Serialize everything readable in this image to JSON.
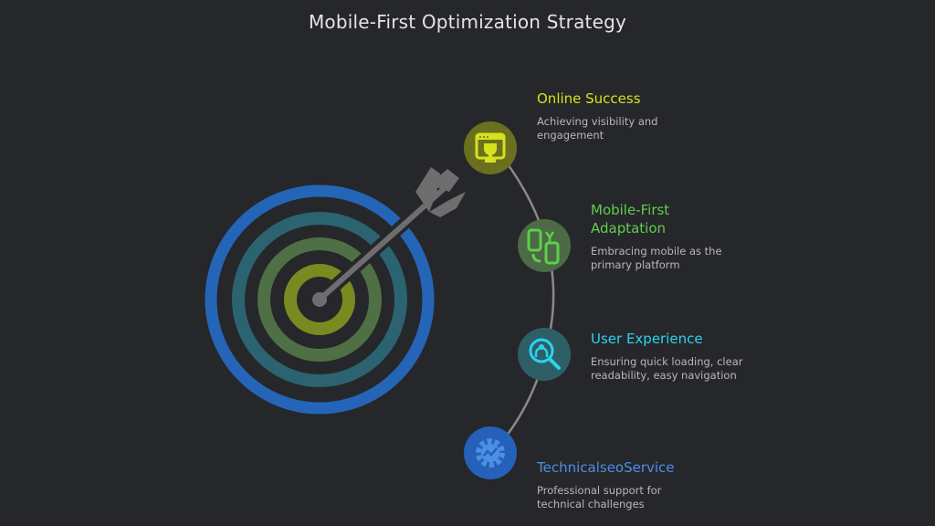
{
  "title": "Mobile-First Optimization Strategy",
  "steps": [
    {
      "title": "Online Success",
      "description": "Achieving visibility and engagement",
      "icon": "trophy-browser-icon",
      "color": "#d4e31c",
      "circle": "#6b701f"
    },
    {
      "title": "Mobile-First Adaptation",
      "description": "Embracing mobile as the primary platform",
      "icon": "mobile-swap-icon",
      "color": "#5fce4c",
      "circle": "#4b6a45"
    },
    {
      "title": "User Experience",
      "description": "Ensuring quick loading, clear readability, easy navigation",
      "icon": "user-search-icon",
      "color": "#29d4f0",
      "circle": "#2e5f66"
    },
    {
      "title": "TechnicalseoService",
      "description": "Professional support for technical challenges",
      "icon": "gear-chart-icon",
      "color": "#4d8ee6",
      "circle": "#2561b8"
    }
  ],
  "target": {
    "rings": [
      "#2465b8",
      "#2b6470",
      "#4f7044",
      "#7a8a21"
    ],
    "arrow_color": "#6e6e6e"
  }
}
